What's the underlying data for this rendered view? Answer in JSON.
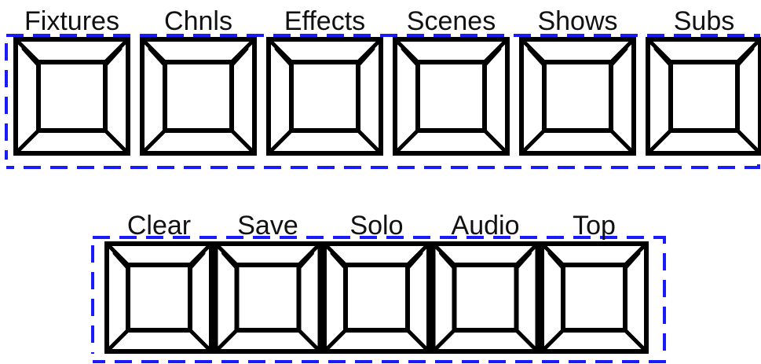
{
  "colors": {
    "group_border": "#1a1aff",
    "key_stroke": "#000000",
    "label_text": "#111111",
    "background": "#ffffff"
  },
  "top_group": {
    "keys": [
      {
        "id": "fixtures",
        "label": "Fixtures"
      },
      {
        "id": "chnls",
        "label": "Chnls"
      },
      {
        "id": "effects",
        "label": "Effects"
      },
      {
        "id": "scenes",
        "label": "Scenes"
      },
      {
        "id": "shows",
        "label": "Shows"
      },
      {
        "id": "subs",
        "label": "Subs"
      }
    ]
  },
  "bottom_group": {
    "keys": [
      {
        "id": "clear",
        "label": "Clear"
      },
      {
        "id": "save",
        "label": "Save"
      },
      {
        "id": "solo",
        "label": "Solo"
      },
      {
        "id": "audio",
        "label": "Audio"
      },
      {
        "id": "top",
        "label": "Top"
      }
    ]
  }
}
